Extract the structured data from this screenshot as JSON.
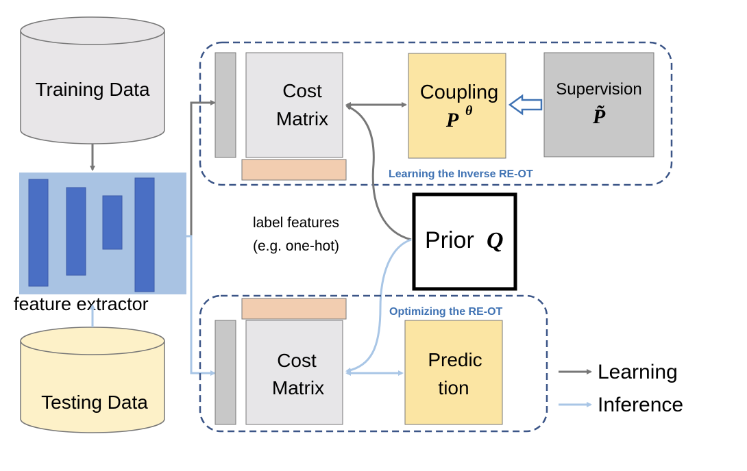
{
  "nodes": {
    "training_data": "Training Data",
    "testing_data": "Testing Data",
    "feature_extractor": "feature extractor",
    "cost_matrix_top": [
      "Cost",
      "Matrix"
    ],
    "coupling": "Coupling",
    "coupling_symbol": "P",
    "coupling_superscript": "θ",
    "supervision": "Supervision",
    "supervision_symbol": "P̃",
    "prior": "Prior",
    "prior_symbol": "Q",
    "label_features": [
      "label features",
      "(e.g. one-hot)"
    ],
    "cost_matrix_bottom": [
      "Cost",
      "Matrix"
    ],
    "prediction": [
      "Predic",
      "tion"
    ]
  },
  "groups": {
    "learning": "Learning the Inverse RE-OT",
    "optimizing": "Optimizing the RE-OT"
  },
  "legend": {
    "learning": "Learning",
    "inference": "Inference"
  },
  "colors": {
    "learning_arrow": "#777777",
    "inference_arrow": "#a9c6e6",
    "group_border": "#3b5587",
    "group_label": "#3f72b3",
    "coupling_fill": "#fbe5a3",
    "cost_fill": "#e7e6e8",
    "extractor_fill": "#a9c3e3",
    "extractor_bars": "#4a6fc4"
  }
}
